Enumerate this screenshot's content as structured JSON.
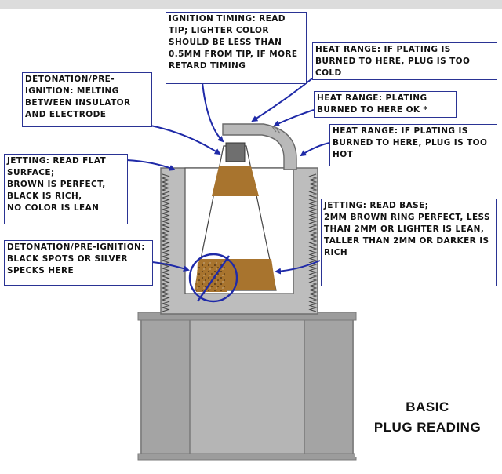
{
  "labels": {
    "ignition_timing": "IGNITION TIMING: READ TIP; LIGHTER COLOR SHOULD BE LESS THAN 0.5MM FROM TIP, IF MORE RETARD TIMING",
    "detonation_top": "DETONATION/PRE-IGNITION: MELTING BETWEEN INSULATOR AND ELECTRODE",
    "heat_range_cold": "HEAT RANGE: IF PLATING IS BURNED TO HERE, PLUG IS TOO COLD",
    "heat_range_ok": "HEAT RANGE: PLATING BURNED TO HERE OK *",
    "heat_range_hot": "HEAT RANGE: IF PLATING IS BURNED TO HERE, PLUG IS TOO HOT",
    "jetting_flat": "JETTING: READ FLAT SURFACE;\nBROWN IS PERFECT,\nBLACK IS RICH,\nNO COLOR IS LEAN",
    "jetting_base": "JETTING: READ BASE;\n2MM BROWN RING PERFECT, LESS THAN 2MM OR LIGHTER IS LEAN,\nTALLER THAN 2MM OR DARKER IS RICH",
    "detonation_bottom": "DETONATION/PRE-IGNITION: BLACK SPOTS OR SILVER SPECKS HERE"
  },
  "title": {
    "line1": "BASIC",
    "line2": "PLUG READING"
  },
  "colors": {
    "box_border": "#2a3394",
    "arrow": "#1f2aa8",
    "plug_body": "#b9b9b9",
    "plug_dark": "#8c8c8c",
    "deposit_brown": "#a8742e",
    "insulator": "#ffffff"
  }
}
